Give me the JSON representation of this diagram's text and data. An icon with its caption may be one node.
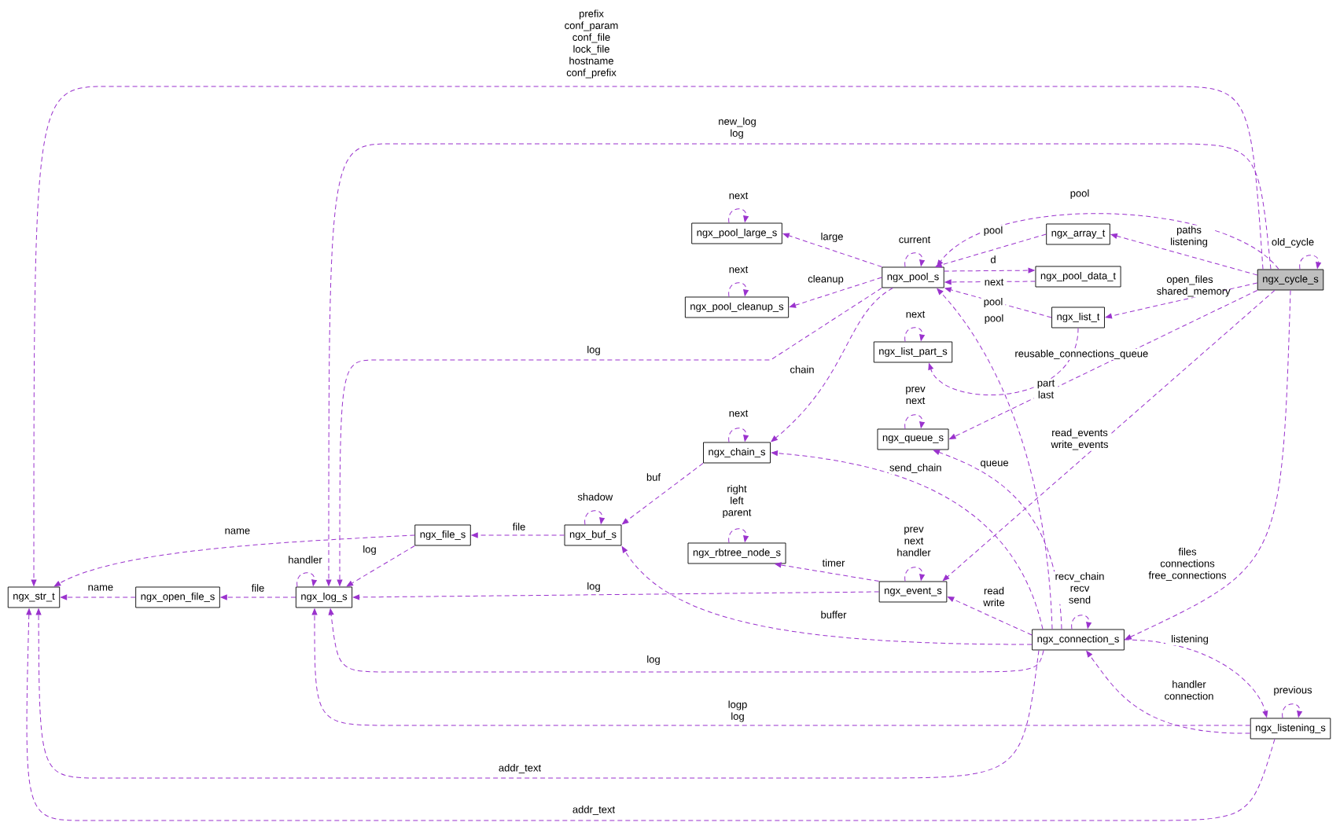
{
  "diagram": {
    "nodes": [
      {
        "text": [
          "ngx_cycle_s"
        ]
      },
      {
        "text": [
          "ngx_str_t"
        ]
      },
      {
        "text": [
          "ngx_log_s"
        ]
      },
      {
        "text": [
          "ngx_open_file_s"
        ]
      },
      {
        "text": [
          "ngx_file_s"
        ]
      },
      {
        "text": [
          "ngx_buf_s"
        ]
      },
      {
        "text": [
          "ngx_chain_s"
        ]
      },
      {
        "text": [
          "ngx_pool_s"
        ]
      },
      {
        "text": [
          "ngx_pool_large_s"
        ]
      },
      {
        "text": [
          "ngx_pool_cleanup_s"
        ]
      },
      {
        "text": [
          "ngx_array_t"
        ]
      },
      {
        "text": [
          "ngx_pool_data_t"
        ]
      },
      {
        "text": [
          "ngx_list_t"
        ]
      },
      {
        "text": [
          "ngx_list_part_s"
        ]
      },
      {
        "text": [
          "ngx_queue_s"
        ]
      },
      {
        "text": [
          "ngx_rbtree_node_s"
        ]
      },
      {
        "text": [
          "ngx_event_s"
        ]
      },
      {
        "text": [
          "ngx_connection_s"
        ]
      },
      {
        "text": [
          "ngx_listening_s"
        ]
      }
    ],
    "edges": [
      {
        "from": 0,
        "to": 1,
        "arrow": "to",
        "label": "prefix conf_param conf_file lock_file hostname conf_prefix"
      },
      {
        "from": 0,
        "to": 2,
        "arrow": "to",
        "label": "new_log log"
      },
      {
        "from": 0,
        "to": 7,
        "arrow": "to",
        "label": "pool"
      },
      {
        "from": 0,
        "to": 0,
        "arrow": "to",
        "label": "old_cycle"
      },
      {
        "from": 0,
        "to": 10,
        "arrow": "to",
        "label": "paths listening"
      },
      {
        "from": 0,
        "to": 12,
        "arrow": "to",
        "label": "open_files shared_memory"
      },
      {
        "from": 0,
        "to": 14,
        "arrow": "to",
        "label": "reusable_connections_queue"
      },
      {
        "from": 0,
        "to": 16,
        "arrow": "to",
        "label": "read_events write_events"
      },
      {
        "from": 0,
        "to": 17,
        "arrow": "to",
        "label": "files connections free_connections"
      },
      {
        "from": 8,
        "to": 8,
        "arrow": "to",
        "label": "next"
      },
      {
        "from": 7,
        "to": 8,
        "arrow": "to",
        "label": "large"
      },
      {
        "from": 7,
        "to": 7,
        "arrow": "to",
        "label": "current"
      },
      {
        "from": 10,
        "to": 7,
        "arrow": "to",
        "label": "pool"
      },
      {
        "from": 11,
        "to": 7,
        "arrow": "to",
        "label": "next"
      },
      {
        "from": 7,
        "to": 11,
        "arrow": "to",
        "label": "d"
      },
      {
        "from": 12,
        "to": 7,
        "arrow": "to",
        "label": "pool"
      },
      {
        "from": 9,
        "to": 9,
        "arrow": "to",
        "label": "next"
      },
      {
        "from": 7,
        "to": 9,
        "arrow": "to",
        "label": "cleanup"
      },
      {
        "from": 7,
        "to": 2,
        "arrow": "to",
        "label": "log"
      },
      {
        "from": 7,
        "to": 6,
        "arrow": "to",
        "label": "chain"
      },
      {
        "from": 13,
        "to": 13,
        "arrow": "to",
        "label": "next"
      },
      {
        "from": 12,
        "to": 13,
        "arrow": "to",
        "label": "part last"
      },
      {
        "from": 17,
        "to": 7,
        "arrow": "to",
        "label": "pool"
      },
      {
        "from": 14,
        "to": 14,
        "arrow": "to",
        "label": "prev next"
      },
      {
        "from": 6,
        "to": 6,
        "arrow": "to",
        "label": "next"
      },
      {
        "from": 6,
        "to": 5,
        "arrow": "to",
        "label": "buf"
      },
      {
        "from": 17,
        "to": 14,
        "arrow": "to",
        "label": "queue"
      },
      {
        "from": 17,
        "to": 6,
        "arrow": "to",
        "label": "send_chain"
      },
      {
        "from": 5,
        "to": 5,
        "arrow": "to",
        "label": "shadow"
      },
      {
        "from": 5,
        "to": 4,
        "arrow": "to",
        "label": "file"
      },
      {
        "from": 15,
        "to": 15,
        "arrow": "to",
        "label": "right left parent"
      },
      {
        "from": 16,
        "to": 15,
        "arrow": "to",
        "label": "timer"
      },
      {
        "from": 16,
        "to": 16,
        "arrow": "to",
        "label": "prev next handler"
      },
      {
        "from": 4,
        "to": 1,
        "arrow": "to",
        "label": "name"
      },
      {
        "from": 4,
        "to": 2,
        "arrow": "to",
        "label": "log"
      },
      {
        "from": 2,
        "to": 2,
        "arrow": "to",
        "label": "handler"
      },
      {
        "from": 2,
        "to": 3,
        "arrow": "to",
        "label": "file"
      },
      {
        "from": 3,
        "to": 1,
        "arrow": "to",
        "label": "name"
      },
      {
        "from": 16,
        "to": 2,
        "arrow": "to",
        "label": "log"
      },
      {
        "from": 17,
        "to": 16,
        "arrow": "to",
        "label": "read write"
      },
      {
        "from": 17,
        "to": 17,
        "arrow": "to",
        "label": "recv_chain recv send"
      },
      {
        "from": 17,
        "to": 5,
        "arrow": "to",
        "label": "buffer"
      },
      {
        "from": 17,
        "to": 2,
        "arrow": "to",
        "label": "log"
      },
      {
        "from": 17,
        "to": 18,
        "arrow": "to",
        "label": "listening"
      },
      {
        "from": 18,
        "to": 17,
        "arrow": "to",
        "label": "handler connection"
      },
      {
        "from": 18,
        "to": 18,
        "arrow": "to",
        "label": "previous"
      },
      {
        "from": 18,
        "to": 2,
        "arrow": "to",
        "label": "logp log"
      },
      {
        "from": 17,
        "to": 1,
        "arrow": "to",
        "label": "addr_text"
      },
      {
        "from": 18,
        "to": 1,
        "arrow": "to",
        "label": "addr_text"
      }
    ]
  }
}
